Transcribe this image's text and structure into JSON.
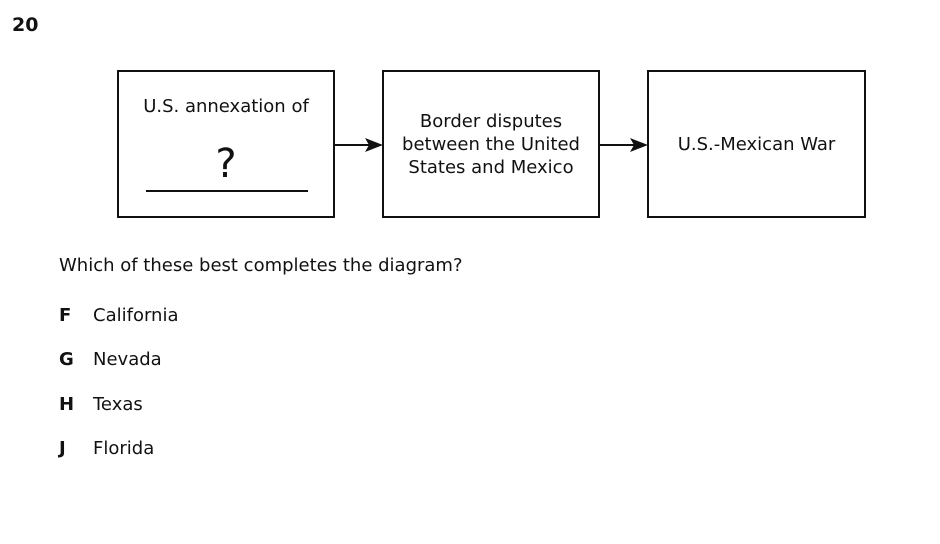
{
  "question": {
    "number": "20",
    "prompt": "Which of these best completes the diagram?"
  },
  "diagram": {
    "box1": {
      "label": "U.S. annexation of",
      "blank_symbol": "?"
    },
    "box2": {
      "text": "Border disputes between the United States and Mexico"
    },
    "box3": {
      "text": "U.S.-Mexican War"
    }
  },
  "choices": [
    {
      "letter": "F",
      "text": "California"
    },
    {
      "letter": "G",
      "text": "Nevada"
    },
    {
      "letter": "H",
      "text": "Texas"
    },
    {
      "letter": "J",
      "text": "Florida"
    }
  ]
}
